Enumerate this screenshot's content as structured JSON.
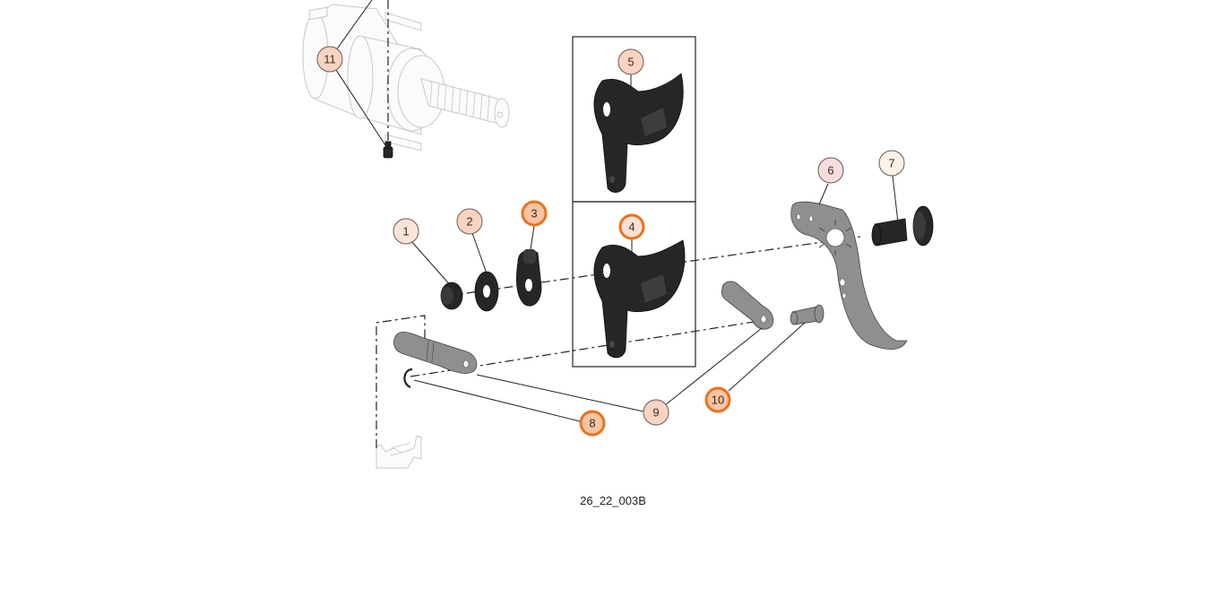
{
  "figure_id": "26_22_003B",
  "colors": {
    "balloon_fill_light": "#fbe3d8",
    "balloon_fill_medium": "#f9cdb6",
    "balloon_stroke_normal": "#6b5a52",
    "balloon_highlight_stroke": "#e8741e",
    "balloon_highlight_fill": "#f8c4a4",
    "balloon_6_fill": "#f6dede",
    "balloon_7_fill": "#fdf1e8"
  },
  "balloons": [
    {
      "id": "1",
      "label": "1",
      "highlighted": false
    },
    {
      "id": "2",
      "label": "2",
      "highlighted": false
    },
    {
      "id": "3",
      "label": "3",
      "highlighted": true
    },
    {
      "id": "4",
      "label": "4",
      "highlighted": true
    },
    {
      "id": "5",
      "label": "5",
      "highlighted": false
    },
    {
      "id": "6",
      "label": "6",
      "highlighted": false
    },
    {
      "id": "7",
      "label": "7",
      "highlighted": false
    },
    {
      "id": "8",
      "label": "8",
      "highlighted": true
    },
    {
      "id": "9",
      "label": "9",
      "highlighted": false
    },
    {
      "id": "10",
      "label": "10",
      "highlighted": true
    },
    {
      "id": "11",
      "label": "11",
      "highlighted": false
    }
  ],
  "parts": [
    {
      "balloon": "1",
      "name": "nut"
    },
    {
      "balloon": "2",
      "name": "washer"
    },
    {
      "balloon": "3",
      "name": "spring-plate"
    },
    {
      "balloon": "4",
      "name": "lever"
    },
    {
      "balloon": "5",
      "name": "lever-alternate"
    },
    {
      "balloon": "6",
      "name": "trigger"
    },
    {
      "balloon": "7",
      "name": "pivot-pin"
    },
    {
      "balloon": "8",
      "name": "e-clip"
    },
    {
      "balloon": "9",
      "name": "link-arm"
    },
    {
      "balloon": "10",
      "name": "shoulder-pin"
    },
    {
      "balloon": "11",
      "name": "screw"
    }
  ]
}
